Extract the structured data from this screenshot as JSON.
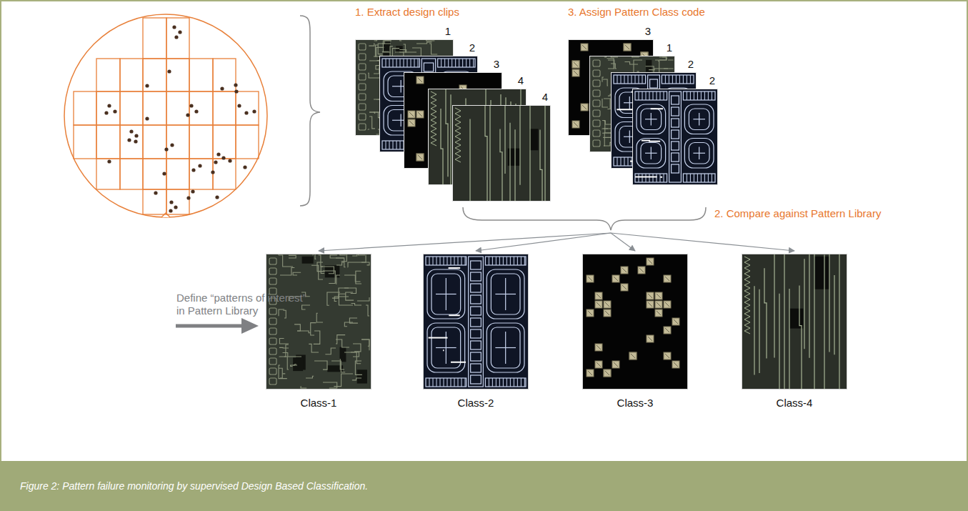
{
  "diagram": {
    "caption": "Figure 2: Pattern failure monitoring by supervised Design Based Classification.",
    "nodes": [
      {
        "text": [
          "1"
        ]
      },
      {
        "text": [
          "2"
        ]
      },
      {
        "text": [
          "3"
        ]
      },
      {
        "text": [
          "4"
        ]
      },
      {
        "text": [
          "4"
        ]
      },
      {
        "text": [
          "3"
        ]
      },
      {
        "text": [
          "1"
        ]
      },
      {
        "text": [
          "2"
        ]
      },
      {
        "text": [
          "2"
        ]
      },
      {
        "text": [
          "Class-1"
        ]
      },
      {
        "text": [
          "Class-2"
        ]
      },
      {
        "text": [
          "Class-3"
        ]
      },
      {
        "text": [
          "Class-4"
        ]
      }
    ],
    "labels": [
      "1. Extract design clips",
      "3. Assign Pattern Class code",
      "2. Compare against Pattern Library",
      "Define “patterns of interest” in Pattern Library"
    ]
  }
}
